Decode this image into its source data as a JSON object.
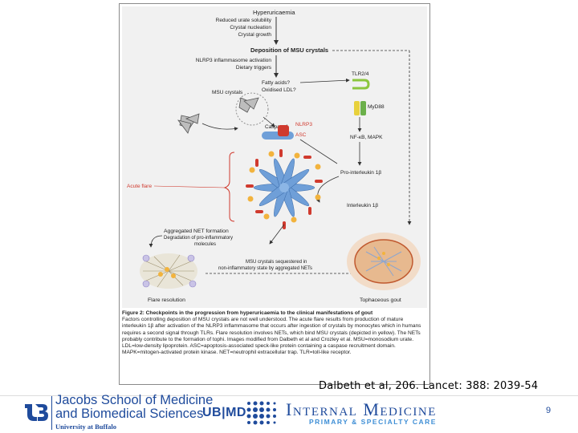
{
  "figure": {
    "labels": {
      "hyperuricaemia": "Hyperuricaemia",
      "reduced_solubility": "Reduced urate solubility",
      "crystal_nucleation": "Crystal nucleation",
      "crystal_growth": "Crystal growth",
      "deposition": "Deposition of MSU crystals",
      "nlrp3_activation": "NLRP3 inflammasome activation",
      "dietary_triggers": "Dietary triggers",
      "fatty_acids": "Fatty acids?",
      "oxidised_ldl": "Oxidised LDL?",
      "tlr": "TLR2/4",
      "myd88": "MyD88",
      "msu_crystals": "MSU crystals",
      "caspase1": "Caspase1",
      "nlrp3": "NLRP3",
      "asc": "ASC",
      "nfkb": "NF-κB, MAPK",
      "pro_il1b": "Pro-interleukin 1β",
      "il1b": "Interleukin 1β",
      "acute_flare": "Acute flare",
      "aggregated_net": "Aggregated NET formation",
      "degradation_line1": "Degradation of pro-inflammatory",
      "degradation_line2": "molecules",
      "sequestration_line1": "MSU crystals sequestered in",
      "sequestration_line2": "non-inflammatory state by aggregated NETs",
      "flare_resolution": "Flare resolution",
      "tophaceous_gout": "Tophaceous gout"
    },
    "caption": {
      "title": "Figure 2: Checkpoints in the progression from hyperuricaemia to the clinical manifestations of gout",
      "body": "Factors controlling deposition of MSU crystals are not well understood. The acute flare results from production of mature interleukin 1β after activation of the NLRP3 inflammasome that occurs after ingestion of crystals by monocytes which in humans requires a second signal through TLRs. Flare resolution involves NETs, which bind MSU crystals (depicted in yellow). The NETs probably contribute to the formation of tophi. Images modified from Dalbeth et al and Crozley et al. MSU=monosodium urate. LDL=low-density lipoprotein. ASC=apoptosis-associated speck-like protein containing a caspase recruitment domain. MAPK=mitogen-activated protein kinase. NET=neutrophil extracellular trap. TLR=toll-like receptor."
    }
  },
  "citation": "Dalbeth et al, 206. Lancet: 388: 2039-54",
  "footer": {
    "school_line1": "Jacobs School of Medicine",
    "school_line2": "and Biomedical Sciences",
    "university": "University at Buffalo",
    "ubmd": "UB|MD",
    "internal_medicine": "Internal Medicine",
    "primary_specialty": "PRIMARY & SPECIALTY CARE",
    "page_number": "9"
  },
  "colors": {
    "brand_blue": "#1f4b9c",
    "sky_blue": "#3f8fd6",
    "flare_red": "#d03a2e",
    "tlr_green": "#8cc63e",
    "receptor_blue": "#6f9fd8",
    "crystal_yellow": "#f2b33d"
  }
}
